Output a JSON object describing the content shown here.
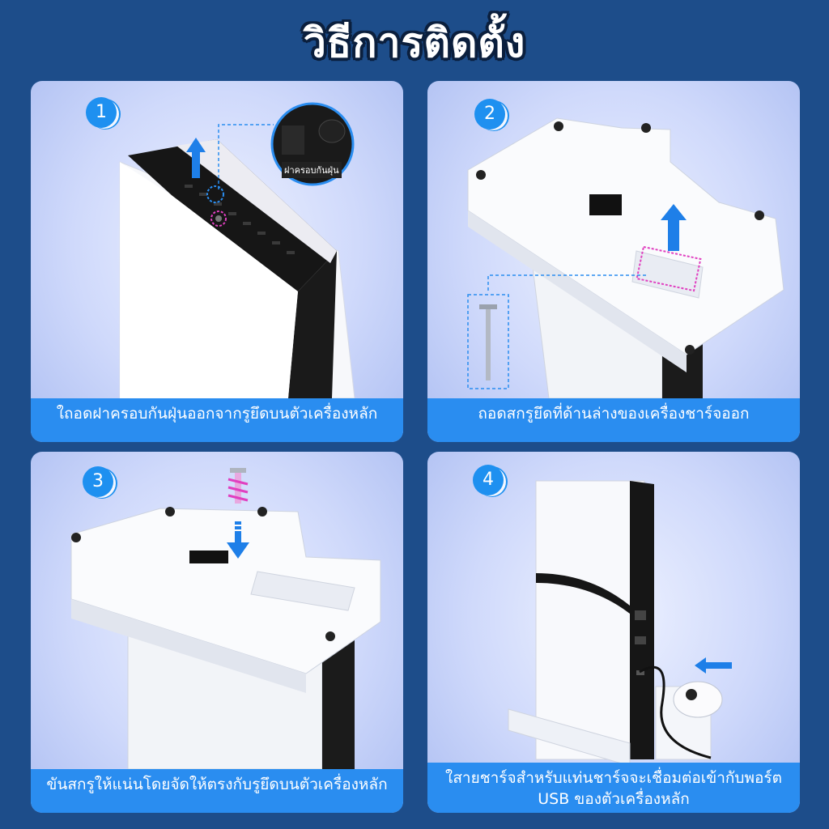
{
  "title": "วิธีการติดตั้ง",
  "steps": [
    {
      "number": "1",
      "caption": "ใถอดฝาครอบกันฝุ่นออกจากรูยึดบนตัวเครื่องหลัก",
      "callout": "ฝาครอบกันฝุ่น"
    },
    {
      "number": "2",
      "caption": "ถอดสกรูยึดที่ด้านล่างของเครื่องชาร์จออก"
    },
    {
      "number": "3",
      "caption": "ขันสกรูให้แน่นโดยจัดให้ตรงกับรูยึดบนตัวเครื่องหลัก"
    },
    {
      "number": "4",
      "caption": "ใสายชาร์จสำหรับแท่นชาร์จจะเชื่อมต่อเข้ากับพอร์ต USB ของตัวเครื่องหลัก"
    }
  ],
  "colors": {
    "background": "#1d4d8a",
    "accent": "#2a8df0",
    "badge": "#1e90f0",
    "highlight": "#e040c0"
  }
}
